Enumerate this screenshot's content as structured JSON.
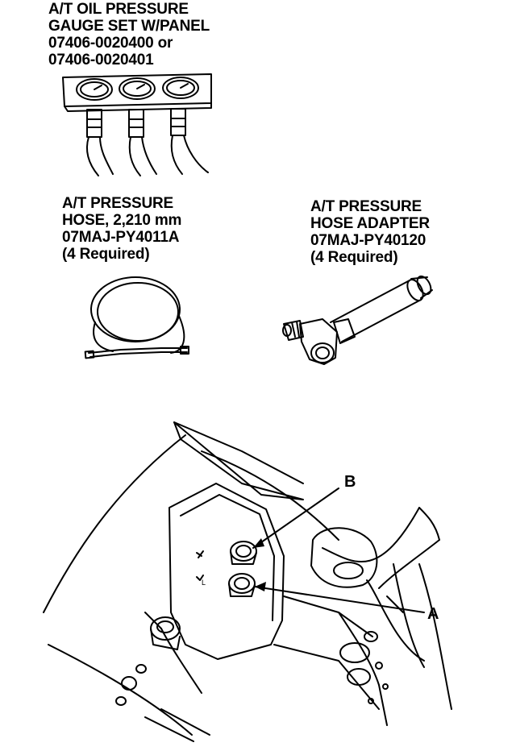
{
  "gauge_set": {
    "lines": [
      "A/T OIL PRESSURE",
      "GAUGE SET W/PANEL",
      "07406-0020400 or",
      "07406-0020401"
    ]
  },
  "pressure_hose": {
    "lines": [
      "A/T PRESSURE",
      "HOSE, 2,210 mm",
      "07MAJ-PY4011A",
      "(4 Required)"
    ]
  },
  "hose_adapter": {
    "lines": [
      "A/T PRESSURE",
      "HOSE ADAPTER",
      "07MAJ-PY40120",
      "(4 Required)"
    ]
  },
  "transmission": {
    "callout_b": "B",
    "callout_a": "A"
  },
  "colors": {
    "ink": "#000000",
    "paper": "#ffffff"
  }
}
